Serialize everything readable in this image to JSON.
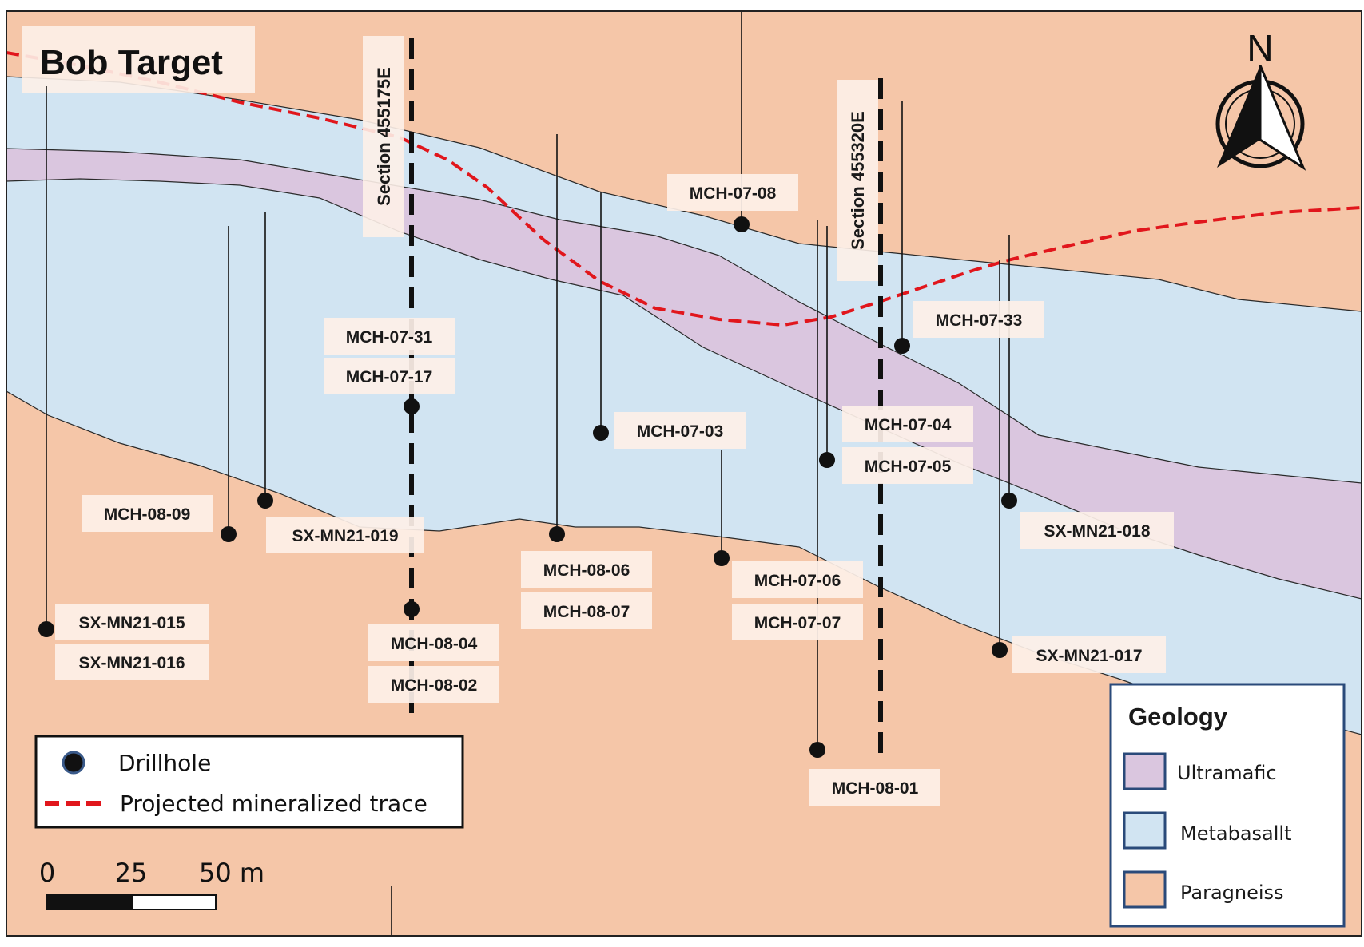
{
  "title": "Bob Target",
  "north_label": "N",
  "sections": [
    {
      "id": "s1",
      "label": "Section 455175E"
    },
    {
      "id": "s2",
      "label": "Section 455320E"
    }
  ],
  "drillholes": [
    {
      "id": "MCH-07-08",
      "label": "MCH-07-08"
    },
    {
      "id": "MCH-07-33",
      "label": "MCH-07-33"
    },
    {
      "id": "MCH-07-31",
      "label": "MCH-07-31"
    },
    {
      "id": "MCH-07-17",
      "label": "MCH-07-17"
    },
    {
      "id": "MCH-07-03",
      "label": "MCH-07-03"
    },
    {
      "id": "MCH-07-04",
      "label": "MCH-07-04"
    },
    {
      "id": "MCH-07-05",
      "label": "MCH-07-05"
    },
    {
      "id": "MCH-08-09",
      "label": "MCH-08-09"
    },
    {
      "id": "SX-MN21-019",
      "label": "SX-MN21-019"
    },
    {
      "id": "SX-MN21-018",
      "label": "SX-MN21-018"
    },
    {
      "id": "MCH-08-06",
      "label": "MCH-08-06"
    },
    {
      "id": "MCH-08-07",
      "label": "MCH-08-07"
    },
    {
      "id": "MCH-07-06",
      "label": "MCH-07-06"
    },
    {
      "id": "MCH-07-07",
      "label": "MCH-07-07"
    },
    {
      "id": "SX-MN21-015",
      "label": "SX-MN21-015"
    },
    {
      "id": "SX-MN21-016",
      "label": "SX-MN21-016"
    },
    {
      "id": "MCH-08-04",
      "label": "MCH-08-04"
    },
    {
      "id": "MCH-08-02",
      "label": "MCH-08-02"
    },
    {
      "id": "SX-MN21-017",
      "label": "SX-MN21-017"
    },
    {
      "id": "MCH-08-01",
      "label": "MCH-08-01"
    }
  ],
  "legend": {
    "drillhole_label": "Drillhole",
    "trace_label": "Projected mineralized trace"
  },
  "geology_legend": {
    "title": "Geology",
    "items": [
      {
        "name": "Ultramafic",
        "color": "#dac6df"
      },
      {
        "name": "Metabasallt",
        "color": "#d1e4f2"
      },
      {
        "name": "Paragneiss",
        "color": "#f5c6a8"
      }
    ]
  },
  "scale_bar": {
    "ticks": [
      "0",
      "25",
      "50 m"
    ]
  },
  "colors": {
    "paragneiss": "#f5c6a8",
    "metabasalt": "#d1e4f2",
    "ultramafic": "#dac6df",
    "trace": "#e1161c",
    "label_box": "#fdf0e8"
  }
}
